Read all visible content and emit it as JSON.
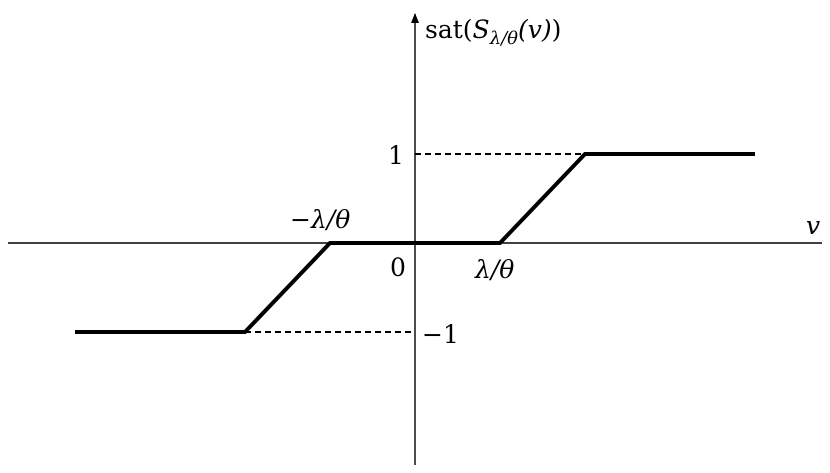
{
  "chart_data": {
    "type": "line",
    "title": "",
    "ylabel": {
      "fn": "sat",
      "S": "S",
      "sub": "λ/θ",
      "arg": "(v)"
    },
    "xlabel": "v",
    "axis_ticks": {
      "origin": "0",
      "x_pos": "λ/θ",
      "x_neg": "−λ/θ",
      "y_pos": "1",
      "y_neg": "−1"
    },
    "x_units": {
      "left": -4.9,
      "threshold_neg": -1,
      "sat_neg": -2,
      "threshold_pos": 1,
      "sat_pos": 2,
      "right": 4.0
    },
    "series": [
      {
        "x": [
          -4.0,
          -2.0,
          -1.0,
          1.0,
          2.0,
          4.0
        ],
        "y": [
          -1,
          -1,
          0,
          0,
          1,
          1
        ]
      }
    ],
    "guides": [
      {
        "from_x": 0,
        "to_x": 2,
        "y": 1
      },
      {
        "from_x": -2,
        "to_x": 0,
        "y": -1
      }
    ],
    "xlim": [
      -4.9,
      4.9
    ],
    "ylim": [
      -2.6,
      2.6
    ],
    "grid": false
  }
}
